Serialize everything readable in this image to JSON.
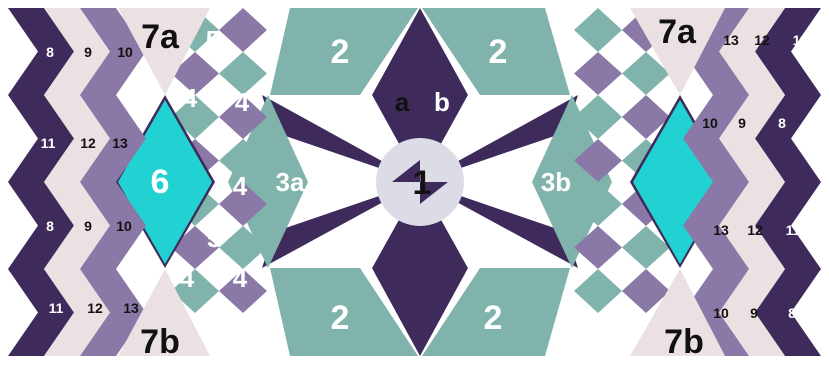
{
  "diagram": {
    "colors": {
      "dark_purple": "#3e2b5c",
      "mauve": "#8a78a6",
      "light_mauve": "#a898c0",
      "blush": "#ebe0e2",
      "teal": "#7fb3ac",
      "cyan": "#22d2d2",
      "center_disk": "#dcdce6",
      "white": "#ffffff",
      "label_dark": "#111111",
      "label_light": "#ffffff"
    },
    "labels": {
      "p1": "1",
      "p2": "2",
      "p3a": "3a",
      "p3b": "3b",
      "p4": "4",
      "p5": "5",
      "p6": "6",
      "p7a": "7a",
      "p7b": "7b",
      "p8": "8",
      "p9": "9",
      "p10": "10",
      "p11": "11",
      "p12": "12",
      "p13": "13",
      "a": "a",
      "b": "b"
    }
  }
}
